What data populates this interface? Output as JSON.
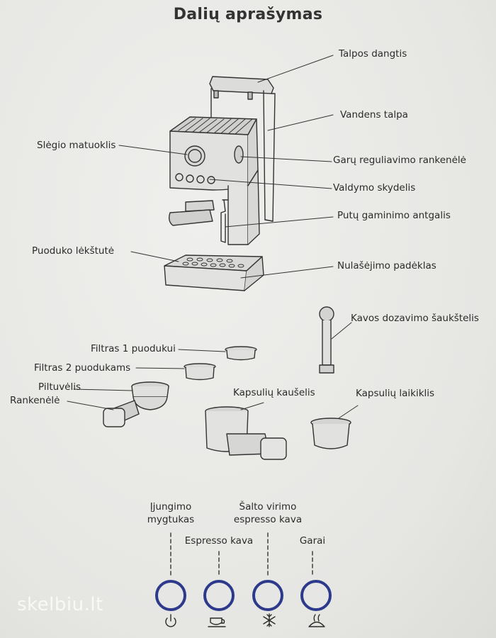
{
  "page": {
    "title": "Dalių aprašymas"
  },
  "labels": {
    "talpos_dangtis": "Talpos dangtis",
    "vandens_talpa": "Vandens talpa",
    "slegio_matuoklis": "Slėgio matuoklis",
    "garu_rankenele": "Garų reguliavimo rankenėlė",
    "valdymo_skydelis": "Valdymo skydelis",
    "putu_antgalis": "Putų gaminimo antgalis",
    "puoduko_lekstute": "Puoduko lėkštutė",
    "nulasejimo_padeklas": "Nulašėjimo padėklas",
    "kavos_saukstelis": "Kavos dozavimo šaukštelis",
    "filtras_1": "Filtras 1 puodukui",
    "filtras_2": "Filtras 2 puodukams",
    "piltuvelis": "Piltuvėlis",
    "rankenele": "Rankenėlė",
    "kapsuliu_kauselis": "Kapsulių kaušelis",
    "kapsuliu_laikiklis": "Kapsulių laikiklis"
  },
  "buttons": [
    {
      "label_line1": "Įjungimo",
      "label_line2": "mygtukas",
      "icon": "power-icon"
    },
    {
      "label_line1": "Espresso kava",
      "label_line2": "",
      "icon": "cup-icon"
    },
    {
      "label_line1": "Šalto virimo",
      "label_line2": "espresso kava",
      "icon": "snowflake-icon"
    },
    {
      "label_line1": "Garai",
      "label_line2": "",
      "icon": "steam-icon"
    }
  ],
  "watermark": "skelbiu.lt",
  "colors": {
    "ring": "#2d3a8c",
    "line": "#333333"
  }
}
